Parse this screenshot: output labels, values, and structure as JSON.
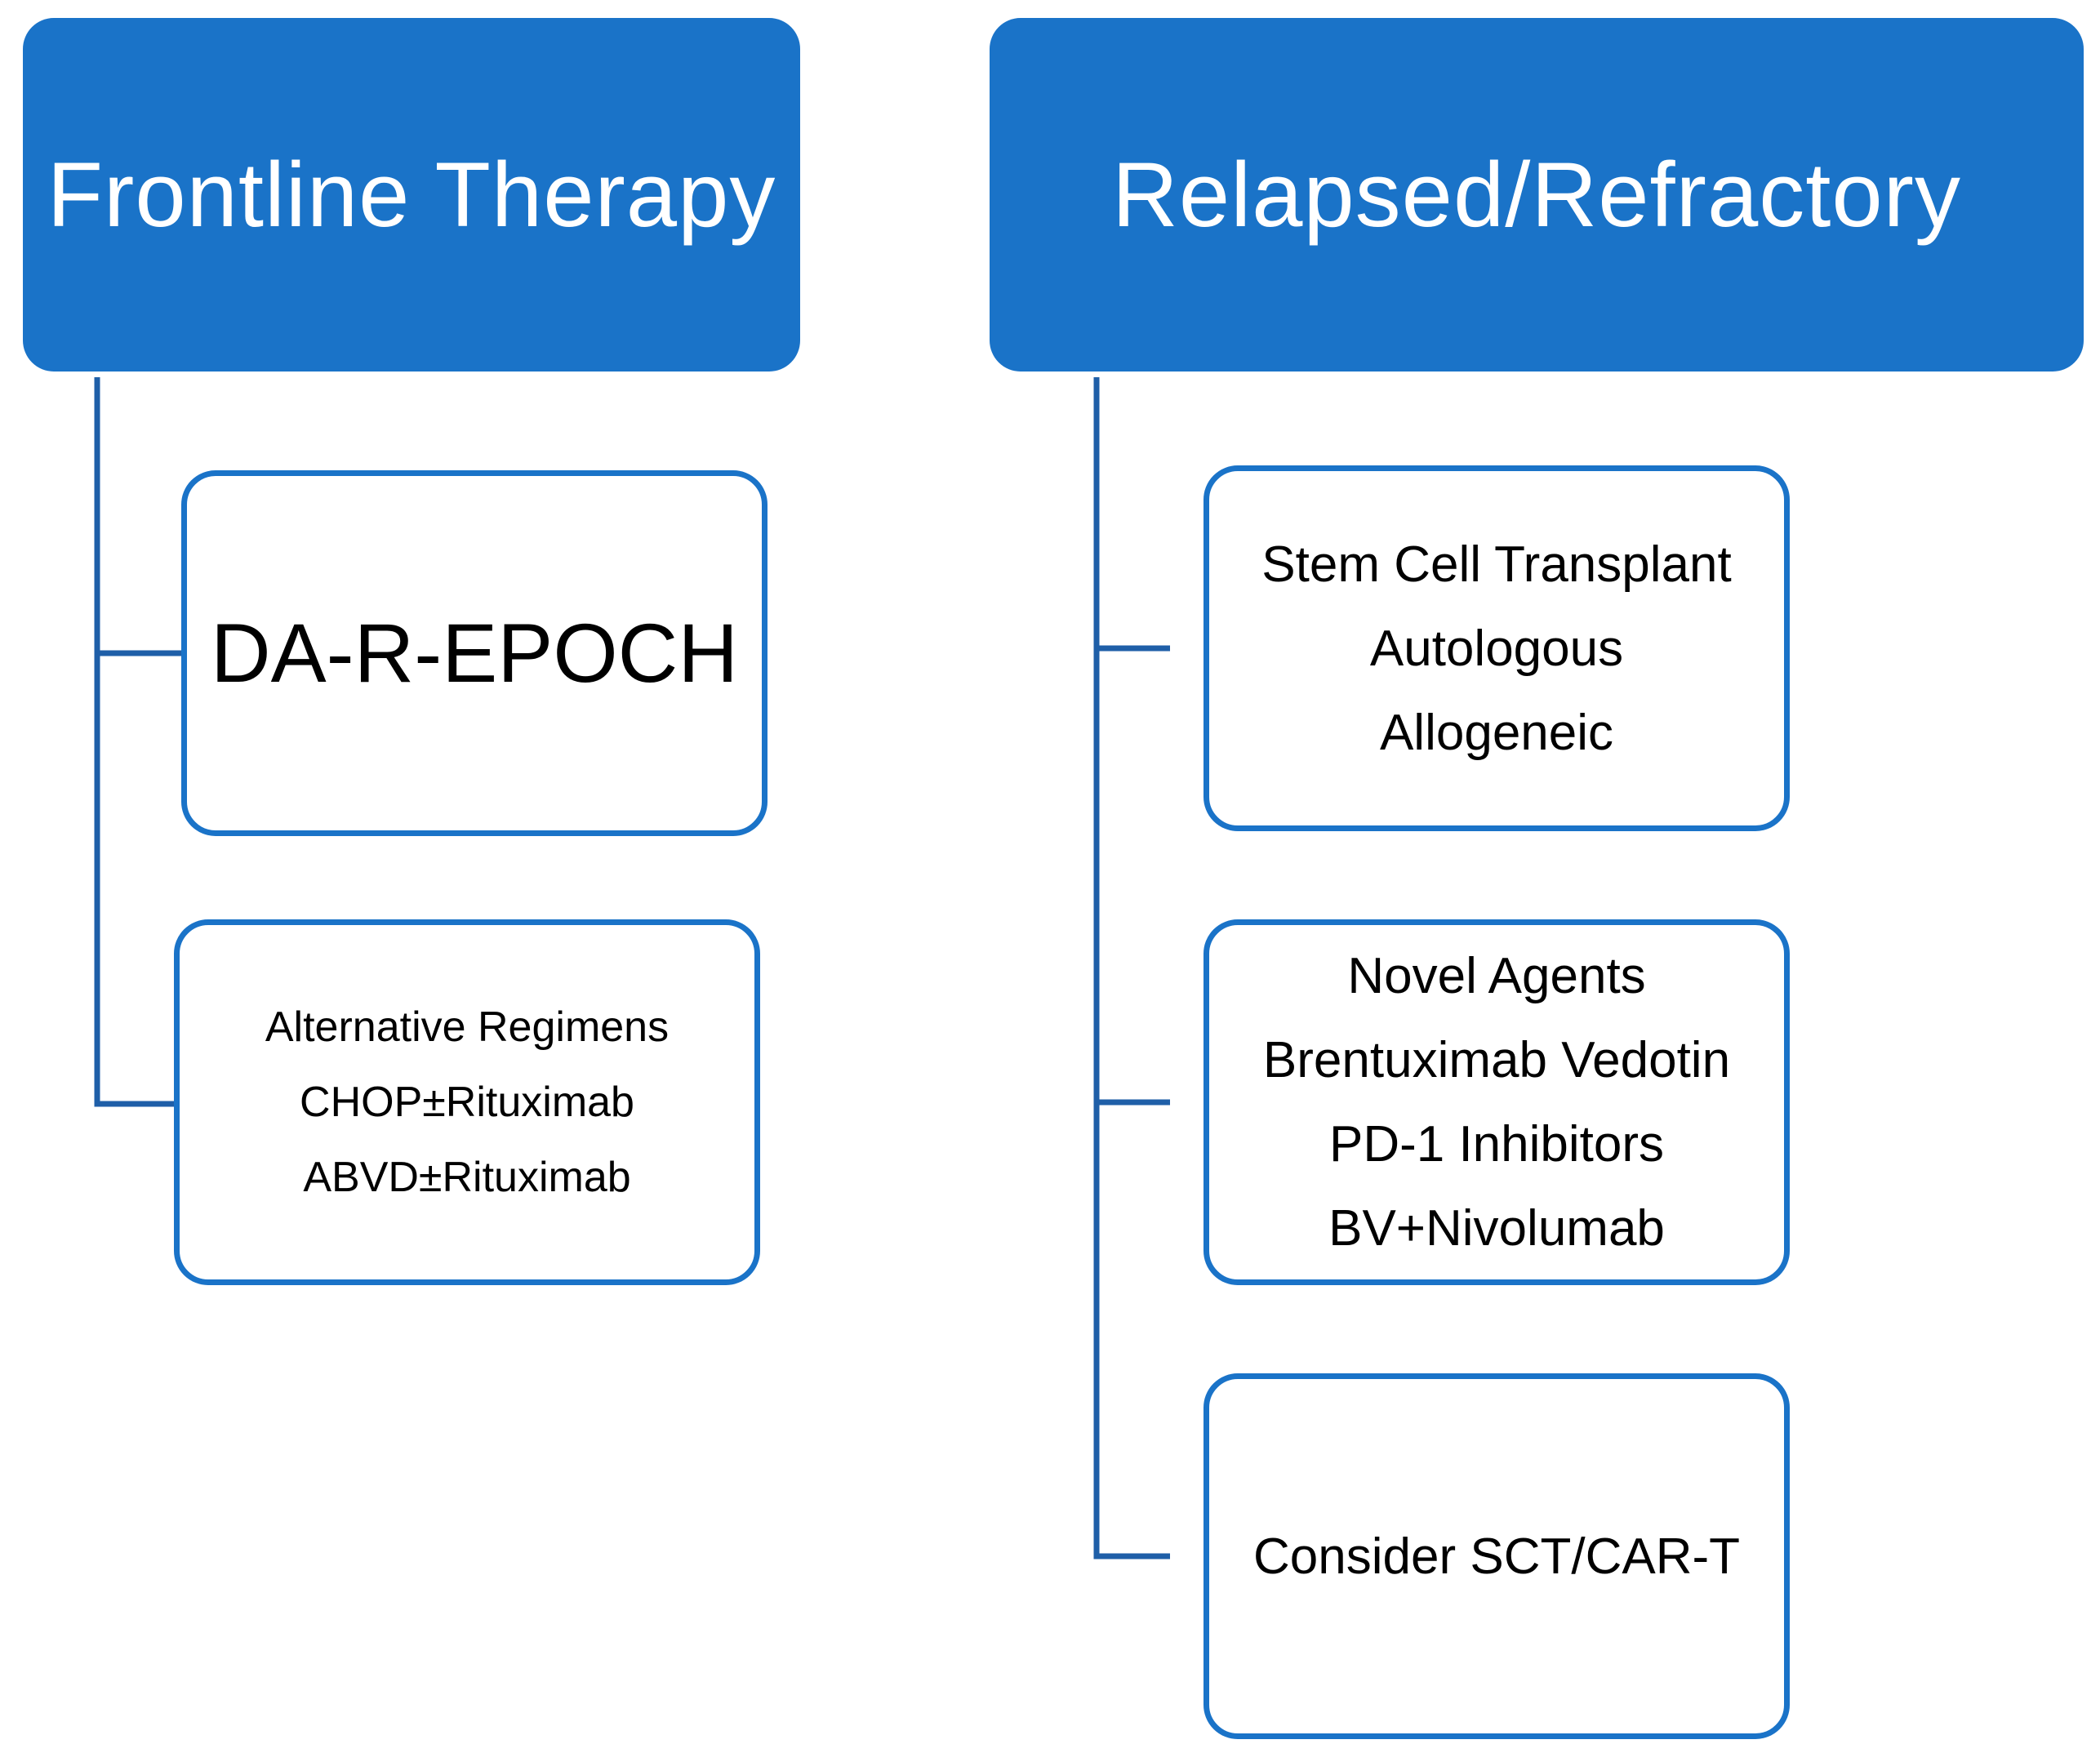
{
  "colors": {
    "accent": "#1a73c8",
    "header_text": "#ffffff",
    "box_text": "#000000",
    "connector": "#1f5fa8"
  },
  "frontline": {
    "title": "Frontline Therapy",
    "primary": {
      "lines": [
        "DA-R-EPOCH"
      ]
    },
    "alternative": {
      "lines": [
        "Alternative Regimens",
        "CHOP±Rituximab",
        "ABVD±Rituximab"
      ]
    }
  },
  "relapsed": {
    "title": "Relapsed/Refractory",
    "stem_cell": {
      "lines": [
        "Stem Cell Transplant",
        "Autologous",
        "Allogeneic"
      ]
    },
    "novel_agents": {
      "lines": [
        "Novel Agents",
        "Brentuximab Vedotin",
        "PD-1 Inhibitors",
        "BV+Nivolumab"
      ]
    },
    "consider": {
      "lines": [
        "Consider SCT/CAR-T"
      ]
    }
  }
}
